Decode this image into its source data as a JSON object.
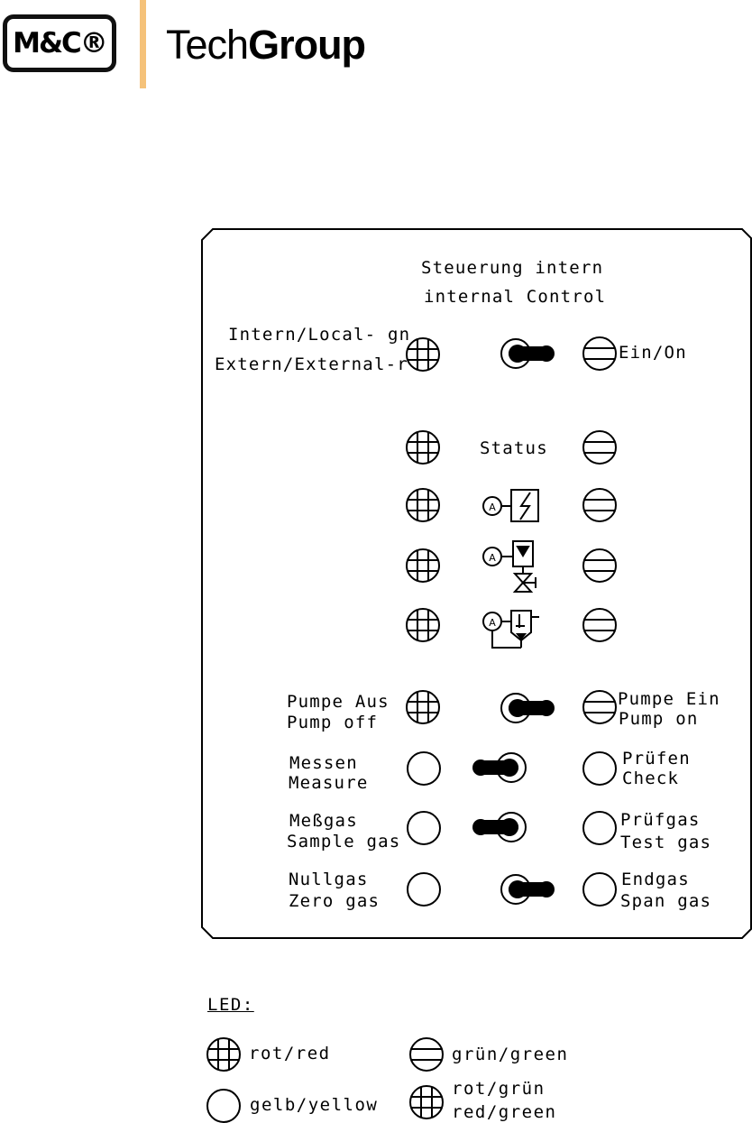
{
  "header": {
    "logo_text": "M&C®",
    "brand_light": "Tech",
    "brand_bold": "Group"
  },
  "panel": {
    "title_de": "Steuerung intern",
    "title_en": "internal Control",
    "rows": {
      "control_left_1": "Intern/Local- gn",
      "control_left_2": "Extern/External-r",
      "control_right": "Ein/On",
      "status": "Status",
      "pump_left_1": "Pumpe Aus",
      "pump_left_2": "Pump off",
      "pump_right_1": "Pumpe Ein",
      "pump_right_2": "Pump on",
      "measure_left_1": "Messen",
      "measure_left_2": "Measure",
      "measure_right_1": "Prüfen",
      "measure_right_2": "Check",
      "sample_left_1": "Meßgas",
      "sample_left_2": "Sample gas",
      "sample_right_1": "Prüfgas",
      "sample_right_2": "Test gas",
      "zero_left_1": "Nullgas",
      "zero_left_2": "Zero gas",
      "zero_right_1": "Endgas",
      "zero_right_2": "Span gas"
    },
    "symbol_labels": [
      "A",
      "A",
      "A"
    ]
  },
  "legend": {
    "title": "LED:",
    "red": "rot/red",
    "green": "grün/green",
    "yellow": "gelb/yellow",
    "redgreen_1": "rot/grün",
    "redgreen_2": "red/green"
  }
}
